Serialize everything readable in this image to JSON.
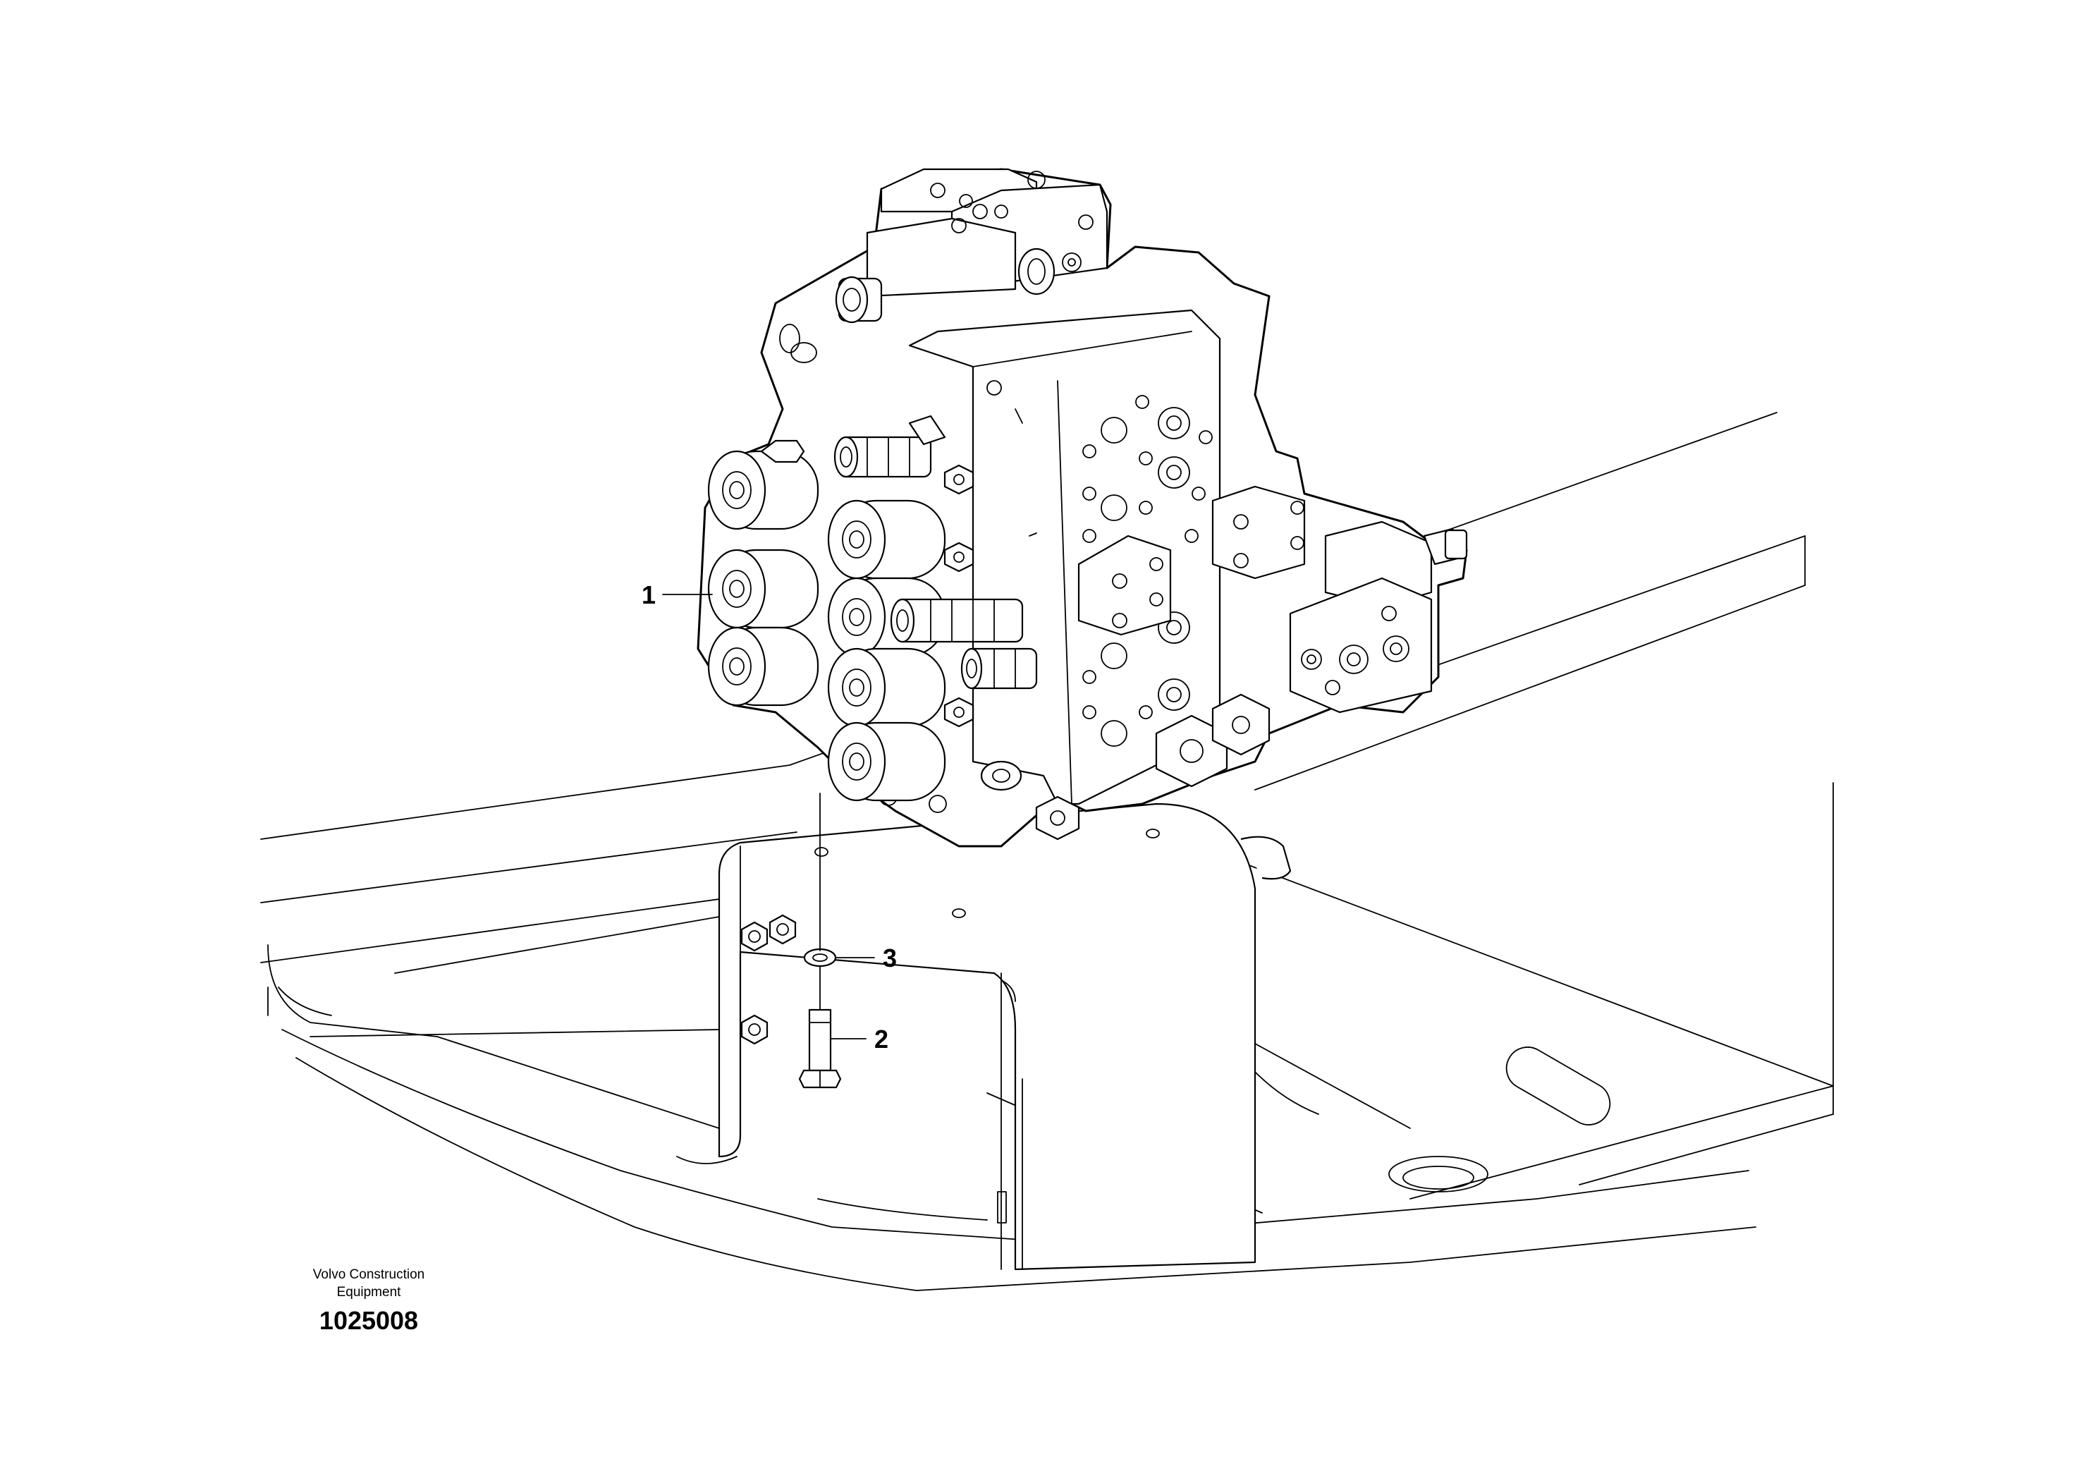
{
  "callouts": [
    {
      "id": "1",
      "label": "1"
    },
    {
      "id": "2",
      "label": "2"
    },
    {
      "id": "3",
      "label": "3"
    }
  ],
  "footer": {
    "manufacturer_line1": "Volvo Construction",
    "manufacturer_line2": "Equipment",
    "figure_number": "1025008"
  },
  "colors": {
    "line": "#000000",
    "background": "#ffffff"
  }
}
